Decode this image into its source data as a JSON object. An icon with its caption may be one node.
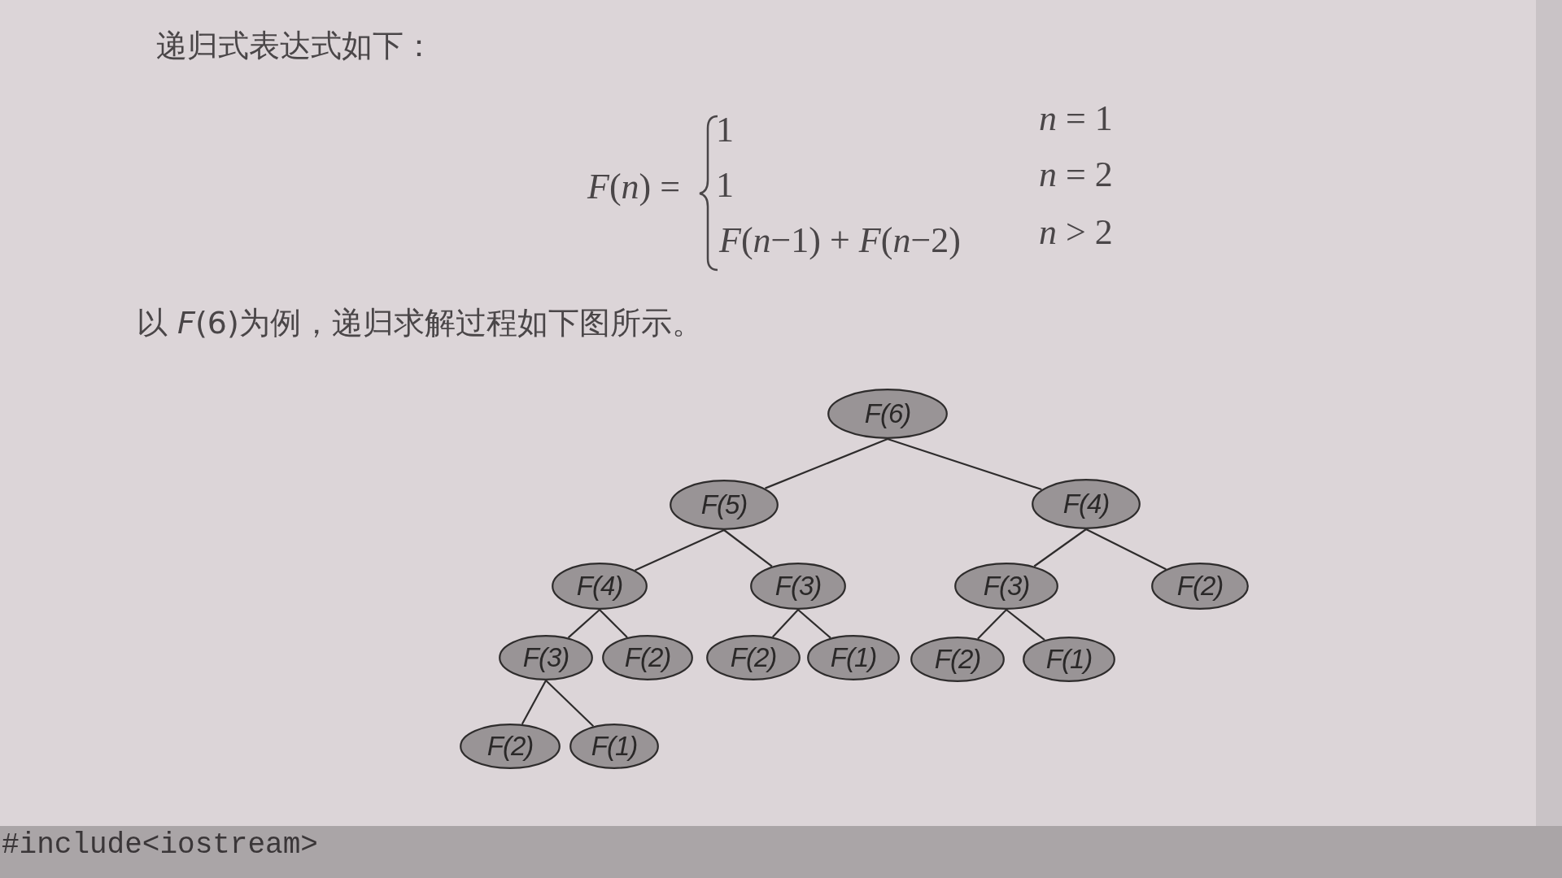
{
  "diagram": {
    "nodes": [
      {
        "text": [
          "F(6)"
        ]
      },
      {
        "text": [
          "F(5)"
        ]
      },
      {
        "text": [
          "F(4)"
        ]
      },
      {
        "text": [
          "F(4)"
        ]
      },
      {
        "text": [
          "F(3)"
        ]
      },
      {
        "text": [
          "F(3)"
        ]
      },
      {
        "text": [
          "F(2)"
        ]
      },
      {
        "text": [
          "F(3)"
        ]
      },
      {
        "text": [
          "F(2)"
        ]
      },
      {
        "text": [
          "F(2)"
        ]
      },
      {
        "text": [
          "F(1)"
        ]
      },
      {
        "text": [
          "F(2)"
        ]
      },
      {
        "text": [
          "F(1)"
        ]
      },
      {
        "text": [
          "F(2)"
        ]
      },
      {
        "text": [
          "F(1)"
        ]
      }
    ],
    "edges": [
      {
        "from": 0,
        "to": 1,
        "arrow": "none"
      },
      {
        "from": 0,
        "to": 2,
        "arrow": "none"
      },
      {
        "from": 1,
        "to": 3,
        "arrow": "none"
      },
      {
        "from": 1,
        "to": 4,
        "arrow": "none"
      },
      {
        "from": 2,
        "to": 5,
        "arrow": "none"
      },
      {
        "from": 2,
        "to": 6,
        "arrow": "none"
      },
      {
        "from": 3,
        "to": 7,
        "arrow": "none"
      },
      {
        "from": 3,
        "to": 8,
        "arrow": "none"
      },
      {
        "from": 4,
        "to": 9,
        "arrow": "none"
      },
      {
        "from": 4,
        "to": 10,
        "arrow": "none"
      },
      {
        "from": 5,
        "to": 11,
        "arrow": "none"
      },
      {
        "from": 5,
        "to": 12,
        "arrow": "none"
      },
      {
        "from": 7,
        "to": 13,
        "arrow": "none"
      },
      {
        "from": 7,
        "to": 14,
        "arrow": "none"
      }
    ],
    "labels": [
      "递归式表达式如下：",
      "1",
      "*n* = 1",
      "*F*(*n*) =",
      "1",
      "*n* = 2",
      "*F*(*n*−1) + *F*(*n*−2)",
      "*n* > 2",
      "以 *F*(6)为例，递归求解过程如下图所示。",
      "#include<iostream>"
    ]
  }
}
